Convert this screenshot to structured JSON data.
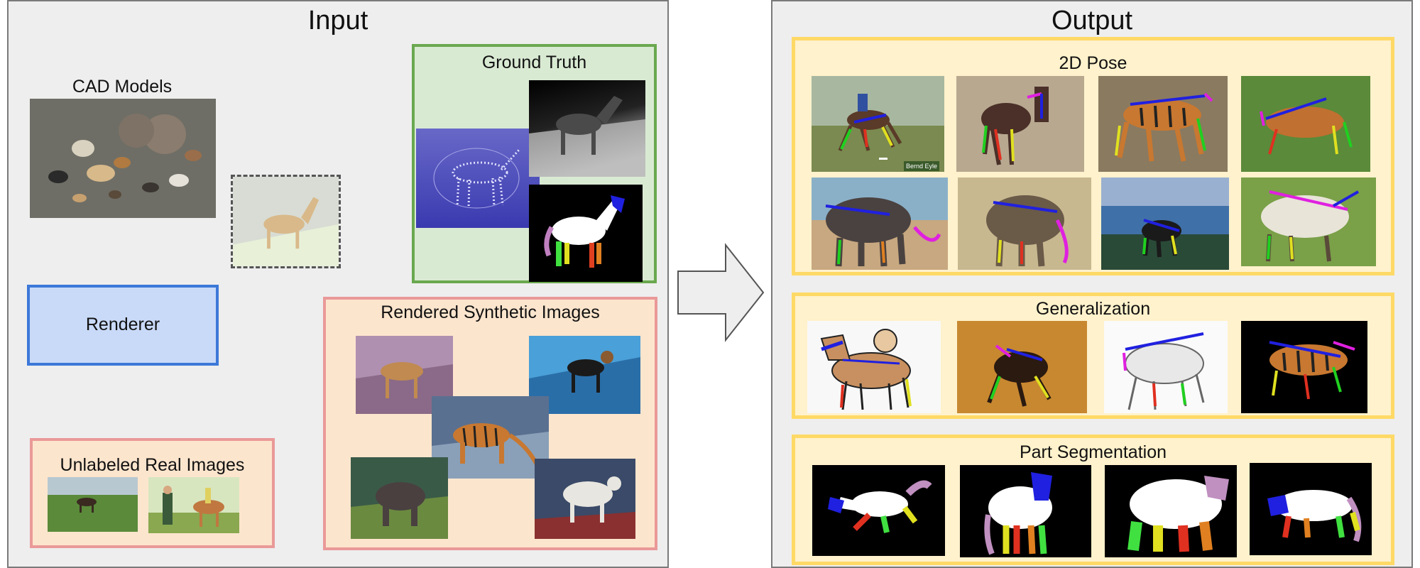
{
  "input": {
    "title": "Input",
    "cad_models_label": "CAD Models",
    "renderer_label": "Renderer",
    "ground_truth_label": "Ground Truth",
    "synthetic_label": "Rendered Synthetic Images",
    "unlabeled_label": "Unlabeled Real Images"
  },
  "output": {
    "title": "Output",
    "pose_label": "2D Pose",
    "generalization_label": "Generalization",
    "segmentation_label": "Part Segmentation",
    "watermark": "Bernd Eyle"
  },
  "colors": {
    "panel_bg": "#eeeeee",
    "panel_border": "#7a7a7a",
    "renderer_fill": "#c9daf8",
    "renderer_border": "#3c78d8",
    "ground_truth_fill": "#d9ead3",
    "ground_truth_border": "#6aa84f",
    "peach_fill": "#fce5cd",
    "pink_border": "#ea9999",
    "yellow_fill": "#fff2cc",
    "yellow_border": "#ffd966",
    "arrow": "#555555"
  }
}
